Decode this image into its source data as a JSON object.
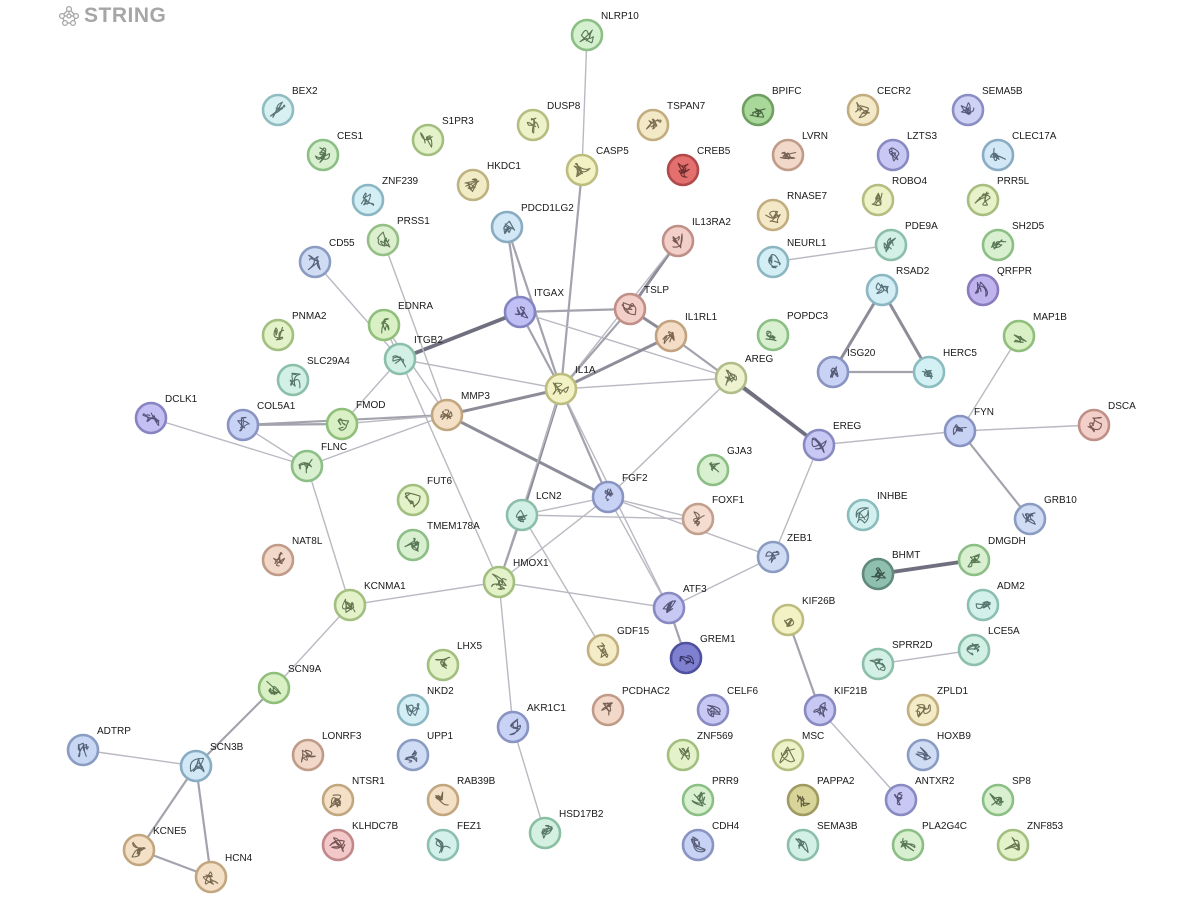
{
  "logo": {
    "text": "STRING"
  },
  "nodes": [
    {
      "id": "NLRP10",
      "label": "NLRP10",
      "fill": "#d5f0cf",
      "stroke": "#8cbf86"
    },
    {
      "id": "BEX2",
      "label": "BEX2",
      "fill": "#d8f0f2",
      "stroke": "#8fbcc0"
    },
    {
      "id": "CES1",
      "label": "CES1",
      "fill": "#d8f0cf",
      "stroke": "#8cbf86"
    },
    {
      "id": "S1PR3",
      "label": "S1PR3",
      "fill": "#e3f2c8",
      "stroke": "#a2bf80"
    },
    {
      "id": "DUSP8",
      "label": "DUSP8",
      "fill": "#eef2c8",
      "stroke": "#b6bd80"
    },
    {
      "id": "TSPAN7",
      "label": "TSPAN7",
      "fill": "#f4e9c6",
      "stroke": "#c2ad80"
    },
    {
      "id": "BPIFC",
      "label": "BPIFC",
      "fill": "#a9d99a",
      "stroke": "#6f9f62"
    },
    {
      "id": "CECR2",
      "label": "CECR2",
      "fill": "#f4e9c6",
      "stroke": "#c2ad80"
    },
    {
      "id": "SEMA5B",
      "label": "SEMA5B",
      "fill": "#cfd2f4",
      "stroke": "#8a8ec2"
    },
    {
      "id": "ZNF239",
      "label": "ZNF239",
      "fill": "#d3eef4",
      "stroke": "#8bb6c2"
    },
    {
      "id": "HKDC1",
      "label": "HKDC1",
      "fill": "#f2ecc6",
      "stroke": "#bdb280"
    },
    {
      "id": "CASP5",
      "label": "CASP5",
      "fill": "#f2f2c4",
      "stroke": "#bdbd80"
    },
    {
      "id": "CREB5",
      "label": "CREB5",
      "fill": "#e36f6f",
      "stroke": "#b04a4a"
    },
    {
      "id": "LVRN",
      "label": "LVRN",
      "fill": "#f2d8c8",
      "stroke": "#c09b88"
    },
    {
      "id": "LZTS3",
      "label": "LZTS3",
      "fill": "#c8c8f4",
      "stroke": "#8a8ac2"
    },
    {
      "id": "CLEC17A",
      "label": "CLEC17A",
      "fill": "#d3e8f6",
      "stroke": "#8aacc2"
    },
    {
      "id": "PRSS1",
      "label": "PRSS1",
      "fill": "#dcf0cf",
      "stroke": "#96bf86"
    },
    {
      "id": "PDCD1LG2",
      "label": "PDCD1LG2",
      "fill": "#d3e8f6",
      "stroke": "#8aacc2"
    },
    {
      "id": "IL13RA2",
      "label": "IL13RA2",
      "fill": "#f2cfc8",
      "stroke": "#c09088"
    },
    {
      "id": "RNASE7",
      "label": "RNASE7",
      "fill": "#f4e9c6",
      "stroke": "#c2ad80"
    },
    {
      "id": "ROBO4",
      "label": "ROBO4",
      "fill": "#eef2c8",
      "stroke": "#b6bd80"
    },
    {
      "id": "PRR5L",
      "label": "PRR5L",
      "fill": "#e8f2c8",
      "stroke": "#a8bd80"
    },
    {
      "id": "CD55",
      "label": "CD55",
      "fill": "#d0dcf4",
      "stroke": "#8a9cc2"
    },
    {
      "id": "NEURL1",
      "label": "NEURL1",
      "fill": "#d3eef4",
      "stroke": "#8bb6c2"
    },
    {
      "id": "PDE9A",
      "label": "PDE9A",
      "fill": "#d3f0e6",
      "stroke": "#8bbfaa"
    },
    {
      "id": "SH2D5",
      "label": "SH2D5",
      "fill": "#d8f0cf",
      "stroke": "#8cbf86"
    },
    {
      "id": "RSAD2",
      "label": "RSAD2",
      "fill": "#d3eef4",
      "stroke": "#8bb6c2"
    },
    {
      "id": "QRFPR",
      "label": "QRFPR",
      "fill": "#c0b4ee",
      "stroke": "#8a7cbc"
    },
    {
      "id": "ITGAX",
      "label": "ITGAX",
      "fill": "#c0c0f4",
      "stroke": "#8484c2"
    },
    {
      "id": "TSLP",
      "label": "TSLP",
      "fill": "#f2cfc8",
      "stroke": "#c09088"
    },
    {
      "id": "EDNRA",
      "label": "EDNRA",
      "fill": "#d8f0c4",
      "stroke": "#90bf7c"
    },
    {
      "id": "PNMA2",
      "label": "PNMA2",
      "fill": "#e3f2c8",
      "stroke": "#a2bf80"
    },
    {
      "id": "IL1RL1",
      "label": "IL1RL1",
      "fill": "#f4dcc6",
      "stroke": "#c2a280"
    },
    {
      "id": "POPDC3",
      "label": "POPDC3",
      "fill": "#d8f0cf",
      "stroke": "#8cbf86"
    },
    {
      "id": "MAP1B",
      "label": "MAP1B",
      "fill": "#d8f0c4",
      "stroke": "#90bf7c"
    },
    {
      "id": "ITGB2",
      "label": "ITGB2",
      "fill": "#d3f0e6",
      "stroke": "#8bbfaa"
    },
    {
      "id": "SLC29A4",
      "label": "SLC29A4",
      "fill": "#d3f0e6",
      "stroke": "#8bbfaa"
    },
    {
      "id": "IL1A",
      "label": "IL1A",
      "fill": "#f2f2c4",
      "stroke": "#bdbd80"
    },
    {
      "id": "AREG",
      "label": "AREG",
      "fill": "#eef2cf",
      "stroke": "#b0bd8a"
    },
    {
      "id": "ISG20",
      "label": "ISG20",
      "fill": "#c8d2f4",
      "stroke": "#8a94c2"
    },
    {
      "id": "HERC5",
      "label": "HERC5",
      "fill": "#d3f0f4",
      "stroke": "#8bbcc2"
    },
    {
      "id": "DCLK1",
      "label": "DCLK1",
      "fill": "#c4c0f4",
      "stroke": "#8884c2"
    },
    {
      "id": "COL5A1",
      "label": "COL5A1",
      "fill": "#c8d2f4",
      "stroke": "#8a94c2"
    },
    {
      "id": "FMOD",
      "label": "FMOD",
      "fill": "#d8f0c4",
      "stroke": "#90bf7c"
    },
    {
      "id": "MMP3",
      "label": "MMP3",
      "fill": "#f4e0c6",
      "stroke": "#c2a680"
    },
    {
      "id": "EREG",
      "label": "EREG",
      "fill": "#c8c8f4",
      "stroke": "#8a8ac2"
    },
    {
      "id": "FYN",
      "label": "FYN",
      "fill": "#c8d2f4",
      "stroke": "#8a94c2"
    },
    {
      "id": "DSCA",
      "label": "DSCA",
      "fill": "#f2cfc8",
      "stroke": "#c09088"
    },
    {
      "id": "FLNC",
      "label": "FLNC",
      "fill": "#d8f0cf",
      "stroke": "#8cbf86"
    },
    {
      "id": "GJA3",
      "label": "GJA3",
      "fill": "#d8f0cf",
      "stroke": "#8cbf86"
    },
    {
      "id": "FUT6",
      "label": "FUT6",
      "fill": "#e3f2c8",
      "stroke": "#a2bf80"
    },
    {
      "id": "FGF2",
      "label": "FGF2",
      "fill": "#c8d2f4",
      "stroke": "#8a94c2"
    },
    {
      "id": "INHBE",
      "label": "INHBE",
      "fill": "#d3f0f0",
      "stroke": "#8bbcbc"
    },
    {
      "id": "FOXF1",
      "label": "FOXF1",
      "fill": "#f4dcd0",
      "stroke": "#c29e8c"
    },
    {
      "id": "GRB10",
      "label": "GRB10",
      "fill": "#d0dcf4",
      "stroke": "#8a9cc2"
    },
    {
      "id": "LCN2",
      "label": "LCN2",
      "fill": "#d3f0e6",
      "stroke": "#8bbfaa"
    },
    {
      "id": "TMEM178A",
      "label": "TMEM178A",
      "fill": "#d8f0cf",
      "stroke": "#8cbf86"
    },
    {
      "id": "NAT8L",
      "label": "NAT8L",
      "fill": "#f2d8c8",
      "stroke": "#c09b88"
    },
    {
      "id": "ZEB1",
      "label": "ZEB1",
      "fill": "#d0dcf4",
      "stroke": "#8a9cc2"
    },
    {
      "id": "BHMT",
      "label": "BHMT",
      "fill": "#8fbfae",
      "stroke": "#5f8a7c"
    },
    {
      "id": "DMGDH",
      "label": "DMGDH",
      "fill": "#d8f0cf",
      "stroke": "#8cbf86"
    },
    {
      "id": "HMOX1",
      "label": "HMOX1",
      "fill": "#e3f2c8",
      "stroke": "#a2bf80"
    },
    {
      "id": "KCNMA1",
      "label": "KCNMA1",
      "fill": "#e3f2c8",
      "stroke": "#a2bf80"
    },
    {
      "id": "ATF3",
      "label": "ATF3",
      "fill": "#c8c8f4",
      "stroke": "#8a8ac2"
    },
    {
      "id": "ADM2",
      "label": "ADM2",
      "fill": "#d3f0ea",
      "stroke": "#8bbfb0"
    },
    {
      "id": "KIF26B",
      "label": "KIF26B",
      "fill": "#f2f2c4",
      "stroke": "#bdbd80"
    },
    {
      "id": "GDF15",
      "label": "GDF15",
      "fill": "#f4ecc6",
      "stroke": "#c2b080"
    },
    {
      "id": "GREM1",
      "label": "GREM1",
      "fill": "#8080d0",
      "stroke": "#5050a0"
    },
    {
      "id": "SPRR2D",
      "label": "SPRR2D",
      "fill": "#d3f0e6",
      "stroke": "#8bbfaa"
    },
    {
      "id": "LCE5A",
      "label": "LCE5A",
      "fill": "#d3f0e6",
      "stroke": "#8bbfaa"
    },
    {
      "id": "LHX5",
      "label": "LHX5",
      "fill": "#e3f2c8",
      "stroke": "#a2bf80"
    },
    {
      "id": "SCN9A",
      "label": "SCN9A",
      "fill": "#d8f0c4",
      "stroke": "#90bf7c"
    },
    {
      "id": "NKD2",
      "label": "NKD2",
      "fill": "#d3eef4",
      "stroke": "#8bb6c2"
    },
    {
      "id": "PCDHAC2",
      "label": "PCDHAC2",
      "fill": "#f2d8c8",
      "stroke": "#c09b88"
    },
    {
      "id": "CELF6",
      "label": "CELF6",
      "fill": "#c8c8f4",
      "stroke": "#8a8ac2"
    },
    {
      "id": "KIF21B",
      "label": "KIF21B",
      "fill": "#c8c8f4",
      "stroke": "#8a8ac2"
    },
    {
      "id": "ZPLD1",
      "label": "ZPLD1",
      "fill": "#f4ecc6",
      "stroke": "#c2b080"
    },
    {
      "id": "AKR1C1",
      "label": "AKR1C1",
      "fill": "#c8d2f4",
      "stroke": "#8a94c2"
    },
    {
      "id": "ADTRP",
      "label": "ADTRP",
      "fill": "#c8d8f4",
      "stroke": "#8a9cc2"
    },
    {
      "id": "SCN3B",
      "label": "SCN3B",
      "fill": "#d3e8f6",
      "stroke": "#8aacc2"
    },
    {
      "id": "LONRF3",
      "label": "LONRF3",
      "fill": "#f2d8c8",
      "stroke": "#c09b88"
    },
    {
      "id": "UPP1",
      "label": "UPP1",
      "fill": "#d0dcf4",
      "stroke": "#8a9cc2"
    },
    {
      "id": "ZNF569",
      "label": "ZNF569",
      "fill": "#e3f2c8",
      "stroke": "#a2bf80"
    },
    {
      "id": "MSC",
      "label": "MSC",
      "fill": "#eef2c8",
      "stroke": "#b6bd80"
    },
    {
      "id": "HOXB9",
      "label": "HOXB9",
      "fill": "#d0dcf4",
      "stroke": "#8a9cc2"
    },
    {
      "id": "NTSR1",
      "label": "NTSR1",
      "fill": "#f4e0c6",
      "stroke": "#c2a680"
    },
    {
      "id": "RAB39B",
      "label": "RAB39B",
      "fill": "#f4e0c6",
      "stroke": "#c2a680"
    },
    {
      "id": "PRR9",
      "label": "PRR9",
      "fill": "#d8f0cf",
      "stroke": "#8cbf86"
    },
    {
      "id": "PAPPA2",
      "label": "PAPPA2",
      "fill": "#d8d49a",
      "stroke": "#9e9a62"
    },
    {
      "id": "ANTXR2",
      "label": "ANTXR2",
      "fill": "#c8c8f4",
      "stroke": "#8a8ac2"
    },
    {
      "id": "SP8",
      "label": "SP8",
      "fill": "#d8f0cf",
      "stroke": "#8cbf86"
    },
    {
      "id": "KCNE5",
      "label": "KCNE5",
      "fill": "#f4e0c6",
      "stroke": "#c2a680"
    },
    {
      "id": "KLHDC7B",
      "label": "KLHDC7B",
      "fill": "#f2c8c8",
      "stroke": "#c08888"
    },
    {
      "id": "FEZ1",
      "label": "FEZ1",
      "fill": "#d3f0ea",
      "stroke": "#8bbfb0"
    },
    {
      "id": "HSD17B2",
      "label": "HSD17B2",
      "fill": "#d3f0e0",
      "stroke": "#8bbfa2"
    },
    {
      "id": "CDH4",
      "label": "CDH4",
      "fill": "#c8d2f4",
      "stroke": "#8a94c2"
    },
    {
      "id": "SEMA3B",
      "label": "SEMA3B",
      "fill": "#d3f0e6",
      "stroke": "#8bbfaa"
    },
    {
      "id": "PLA2G4C",
      "label": "PLA2G4C",
      "fill": "#d8f0cf",
      "stroke": "#8cbf86"
    },
    {
      "id": "ZNF853",
      "label": "ZNF853",
      "fill": "#e3f2c8",
      "stroke": "#a2bf80"
    },
    {
      "id": "HCN4",
      "label": "HCN4",
      "fill": "#f4e0c6",
      "stroke": "#c2a680"
    }
  ],
  "edges": [
    {
      "source": "NLRP10",
      "target": "CASP5",
      "weight": 1
    },
    {
      "source": "CASP5",
      "target": "IL1A",
      "weight": 2
    },
    {
      "source": "PDCD1LG2",
      "target": "ITGAX",
      "weight": 2
    },
    {
      "source": "PDCD1LG2",
      "target": "IL1A",
      "weight": 2
    },
    {
      "source": "IL13RA2",
      "target": "TSLP",
      "weight": 3
    },
    {
      "source": "IL13RA2",
      "target": "IL1A",
      "weight": 1
    },
    {
      "source": "ITGAX",
      "target": "ITGB2",
      "weight": 4
    },
    {
      "source": "ITGAX",
      "target": "IL1A",
      "weight": 2
    },
    {
      "source": "ITGAX",
      "target": "TSLP",
      "weight": 2
    },
    {
      "source": "ITGAX",
      "target": "AREG",
      "weight": 1
    },
    {
      "source": "TSLP",
      "target": "IL1RL1",
      "weight": 3
    },
    {
      "source": "TSLP",
      "target": "IL1A",
      "weight": 2
    },
    {
      "source": "IL1RL1",
      "target": "IL1A",
      "weight": 3
    },
    {
      "source": "IL1RL1",
      "target": "EREG",
      "weight": 2
    },
    {
      "source": "AREG",
      "target": "IL1A",
      "weight": 1
    },
    {
      "source": "AREG",
      "target": "EREG",
      "weight": 4
    },
    {
      "source": "AREG",
      "target": "FGF2",
      "weight": 1
    },
    {
      "source": "CD55",
      "target": "ITGB2",
      "weight": 1
    },
    {
      "source": "PRSS1",
      "target": "MMP3",
      "weight": 1
    },
    {
      "source": "EDNRA",
      "target": "ITGB2",
      "weight": 1
    },
    {
      "source": "EDNRA",
      "target": "MMP3",
      "weight": 1
    },
    {
      "source": "ITGB2",
      "target": "IL1A",
      "weight": 1
    },
    {
      "source": "ITGB2",
      "target": "FMOD",
      "weight": 1
    },
    {
      "source": "ITGB2",
      "target": "HMOX1",
      "weight": 1
    },
    {
      "source": "MMP3",
      "target": "IL1A",
      "weight": 3
    },
    {
      "source": "MMP3",
      "target": "FGF2",
      "weight": 3
    },
    {
      "source": "MMP3",
      "target": "COL5A1",
      "weight": 2
    },
    {
      "source": "MMP3",
      "target": "FMOD",
      "weight": 1
    },
    {
      "source": "MMP3",
      "target": "FLNC",
      "weight": 1
    },
    {
      "source": "COL5A1",
      "target": "FMOD",
      "weight": 2
    },
    {
      "source": "COL5A1",
      "target": "FLNC",
      "weight": 1
    },
    {
      "source": "DCLK1",
      "target": "FLNC",
      "weight": 1
    },
    {
      "source": "FLNC",
      "target": "KCNMA1",
      "weight": 1
    },
    {
      "source": "IL1A",
      "target": "FGF2",
      "weight": 2
    },
    {
      "source": "IL1A",
      "target": "LCN2",
      "weight": 3
    },
    {
      "source": "IL1A",
      "target": "HMOX1",
      "weight": 1
    },
    {
      "source": "IL1A",
      "target": "ATF3",
      "weight": 1
    },
    {
      "source": "FGF2",
      "target": "LCN2",
      "weight": 1
    },
    {
      "source": "FGF2",
      "target": "FOXF1",
      "weight": 1
    },
    {
      "source": "FGF2",
      "target": "ZEB1",
      "weight": 1
    },
    {
      "source": "FGF2",
      "target": "ATF3",
      "weight": 1
    },
    {
      "source": "FGF2",
      "target": "HMOX1",
      "weight": 1
    },
    {
      "source": "LCN2",
      "target": "HMOX1",
      "weight": 2
    },
    {
      "source": "LCN2",
      "target": "FOXF1",
      "weight": 1
    },
    {
      "source": "LCN2",
      "target": "GDF15",
      "weight": 1
    },
    {
      "source": "HMOX1",
      "target": "ATF3",
      "weight": 1
    },
    {
      "source": "HMOX1",
      "target": "KCNMA1",
      "weight": 1
    },
    {
      "source": "HMOX1",
      "target": "AKR1C1",
      "weight": 1
    },
    {
      "source": "ATF3",
      "target": "GREM1",
      "weight": 2
    },
    {
      "source": "ATF3",
      "target": "ZEB1",
      "weight": 1
    },
    {
      "source": "ZEB1",
      "target": "EREG",
      "weight": 1
    },
    {
      "source": "EREG",
      "target": "FYN",
      "weight": 1
    },
    {
      "source": "FYN",
      "target": "DSCA",
      "weight": 1
    },
    {
      "source": "FYN",
      "target": "GRB10",
      "weight": 2
    },
    {
      "source": "FYN",
      "target": "MAP1B",
      "weight": 1
    },
    {
      "source": "NEURL1",
      "target": "PDE9A",
      "weight": 1
    },
    {
      "source": "RSAD2",
      "target": "ISG20",
      "weight": 3
    },
    {
      "source": "RSAD2",
      "target": "HERC5",
      "weight": 3
    },
    {
      "source": "ISG20",
      "target": "HERC5",
      "weight": 2
    },
    {
      "source": "BHMT",
      "target": "DMGDH",
      "weight": 4
    },
    {
      "source": "KIF26B",
      "target": "KIF21B",
      "weight": 2
    },
    {
      "source": "KIF21B",
      "target": "ANTXR2",
      "weight": 1
    },
    {
      "source": "SPRR2D",
      "target": "LCE5A",
      "weight": 1
    },
    {
      "source": "KCNMA1",
      "target": "SCN9A",
      "weight": 1
    },
    {
      "source": "SCN9A",
      "target": "SCN3B",
      "weight": 2
    },
    {
      "source": "SCN3B",
      "target": "ADTRP",
      "weight": 1
    },
    {
      "source": "SCN3B",
      "target": "KCNE5",
      "weight": 2
    },
    {
      "source": "SCN3B",
      "target": "HCN4",
      "weight": 2
    },
    {
      "source": "KCNE5",
      "target": "HCN4",
      "weight": 2
    },
    {
      "source": "AKR1C1",
      "target": "HSD17B2",
      "weight": 1
    }
  ]
}
